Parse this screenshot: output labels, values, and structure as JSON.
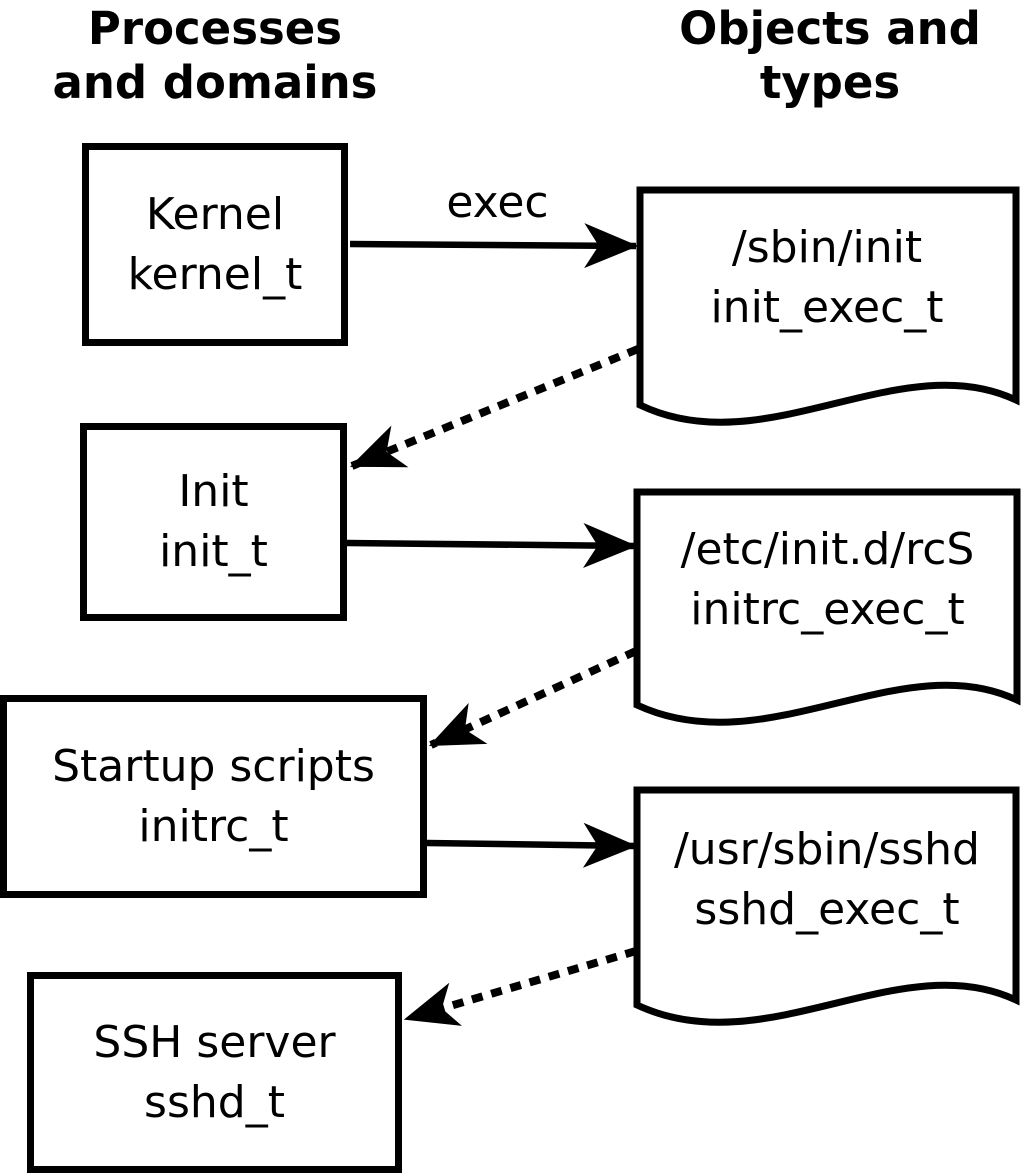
{
  "colors": {
    "ink": "#000000",
    "background": "#ffffff"
  },
  "headers": {
    "left": {
      "line1": "Processes",
      "line2": "and domains"
    },
    "right": {
      "line1": "Objects and",
      "line2": "types"
    }
  },
  "exec_label": "exec",
  "processes": [
    {
      "name": "Kernel",
      "domain": "kernel_t"
    },
    {
      "name": "Init",
      "domain": "init_t"
    },
    {
      "name": "Startup scripts",
      "domain": "initrc_t"
    },
    {
      "name": "SSH server",
      "domain": "sshd_t"
    }
  ],
  "objects": [
    {
      "path": "/sbin/init",
      "type": "init_exec_t"
    },
    {
      "path": "/etc/init.d/rcS",
      "type": "initrc_exec_t"
    },
    {
      "path": "/usr/sbin/sshd",
      "type": "sshd_exec_t"
    }
  ]
}
